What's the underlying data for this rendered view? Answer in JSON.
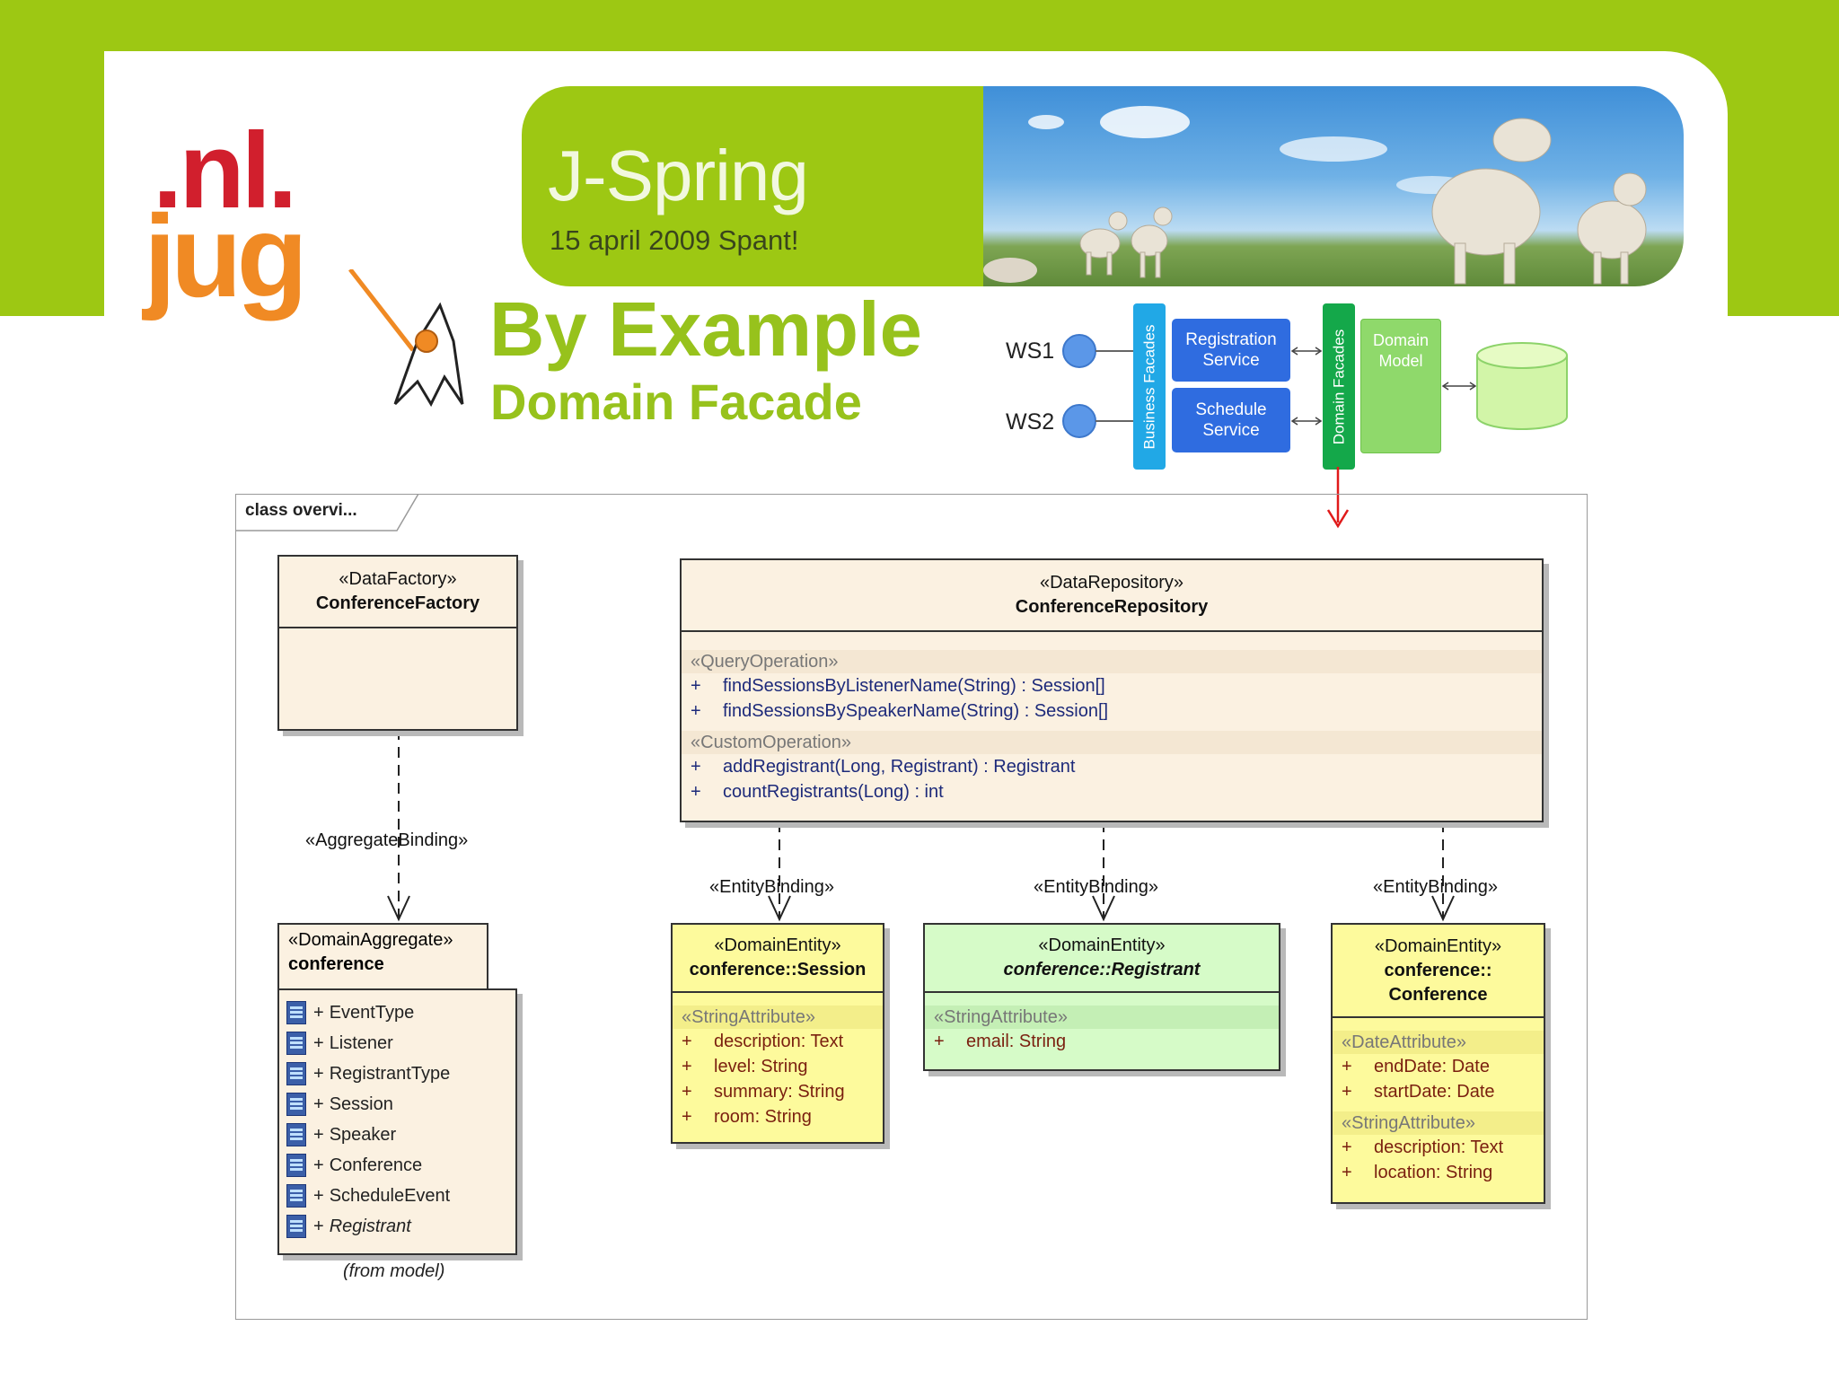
{
  "banner": {
    "title": "J-Spring",
    "date": "15 april 2009 Spant!"
  },
  "logo": {
    "line1": ".nl.",
    "line2": "jug"
  },
  "heading": {
    "title": "By Example",
    "subtitle": "Domain Facade"
  },
  "architecture": {
    "ws1": "WS1",
    "ws2": "WS2",
    "business_facades": "Business Facades",
    "registration_service": "Registration Service",
    "schedule_service": "Schedule Service",
    "domain_facades": "Domain Facades",
    "domain_model": "Domain Model",
    "colors": {
      "services": "#2f6ce0",
      "business_bar": "#21a8e6",
      "domain_bar": "#14a84a",
      "domain_model": "#8fd96b",
      "arrow": "#e01a1a"
    }
  },
  "frame_label": "class overvi...",
  "classes": {
    "factory": {
      "stereotype": "«DataFactory»",
      "name": "ConferenceFactory"
    },
    "repository": {
      "stereotype": "«DataRepository»",
      "name": "ConferenceRepository",
      "query_stereotype": "«QueryOperation»",
      "query_ops": [
        "findSessionsByListenerName(String) : Session[]",
        "findSessionsBySpeakerName(String) : Session[]"
      ],
      "custom_stereotype": "«CustomOperation»",
      "custom_ops": [
        "addRegistrant(Long, Registrant) : Registrant",
        "countRegistrants(Long) : int"
      ]
    },
    "aggregate": {
      "stereotype": "«DomainAggregate»",
      "name": "conference",
      "items": [
        "EventType",
        "Listener",
        "RegistrantType",
        "Session",
        "Speaker",
        "Conference",
        "ScheduleEvent",
        "Registrant"
      ],
      "footer": "(from model)"
    },
    "session": {
      "stereotype": "«DomainEntity»",
      "name": "conference::Session",
      "attr_stereotype": "«StringAttribute»",
      "attrs": [
        "description:  Text",
        "level:  String",
        "summary:  String",
        "room:  String"
      ]
    },
    "registrant": {
      "stereotype": "«DomainEntity»",
      "name": "conference::Registrant",
      "attr_stereotype": "«StringAttribute»",
      "attrs": [
        "email:  String"
      ]
    },
    "conference": {
      "stereotype": "«DomainEntity»",
      "name_line1": "conference::",
      "name_line2": "Conference",
      "date_stereotype": "«DateAttribute»",
      "date_attrs": [
        "endDate:  Date",
        "startDate:  Date"
      ],
      "string_stereotype": "«StringAttribute»",
      "string_attrs": [
        "description:  Text",
        "location:  String"
      ]
    }
  },
  "bindings": {
    "aggregate": "«AggregateBinding»",
    "entity": "«EntityBinding»"
  },
  "plus": "+"
}
